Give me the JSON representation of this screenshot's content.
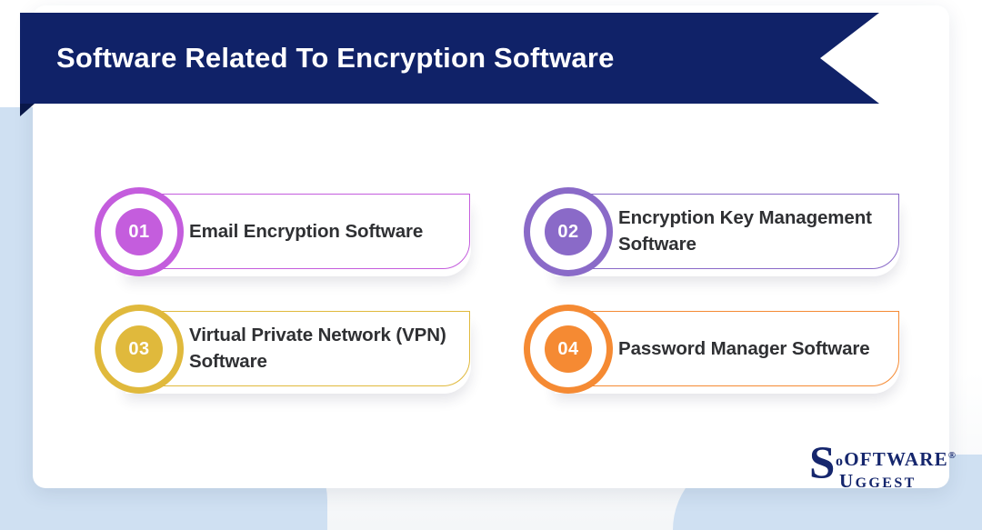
{
  "header": {
    "title": "Software Related To Encryption Software",
    "ribbon_color": "#102268",
    "title_color": "#ffffff"
  },
  "background": {
    "page_color": "#ffffff",
    "card_color": "#ffffff",
    "blob_color": "#cfe0f2"
  },
  "items": [
    {
      "number": "01",
      "label": "Email Encryption Software",
      "accent": "#c45ddd"
    },
    {
      "number": "02",
      "label": "Encryption Key Management Software",
      "accent": "#8a6ac8"
    },
    {
      "number": "03",
      "label": "Virtual Private Network (VPN) Software",
      "accent": "#e0b93c"
    },
    {
      "number": "04",
      "label": "Password Manager Software",
      "accent": "#f58a33"
    }
  ],
  "logo": {
    "big_s": "S",
    "line1_rest": "OFTWARE",
    "line1_o": "o",
    "registered": "®",
    "line2_u": "U",
    "line2_rest": "GGEST",
    "color": "#15266d",
    "full_text": "SoftwareSuggest"
  }
}
